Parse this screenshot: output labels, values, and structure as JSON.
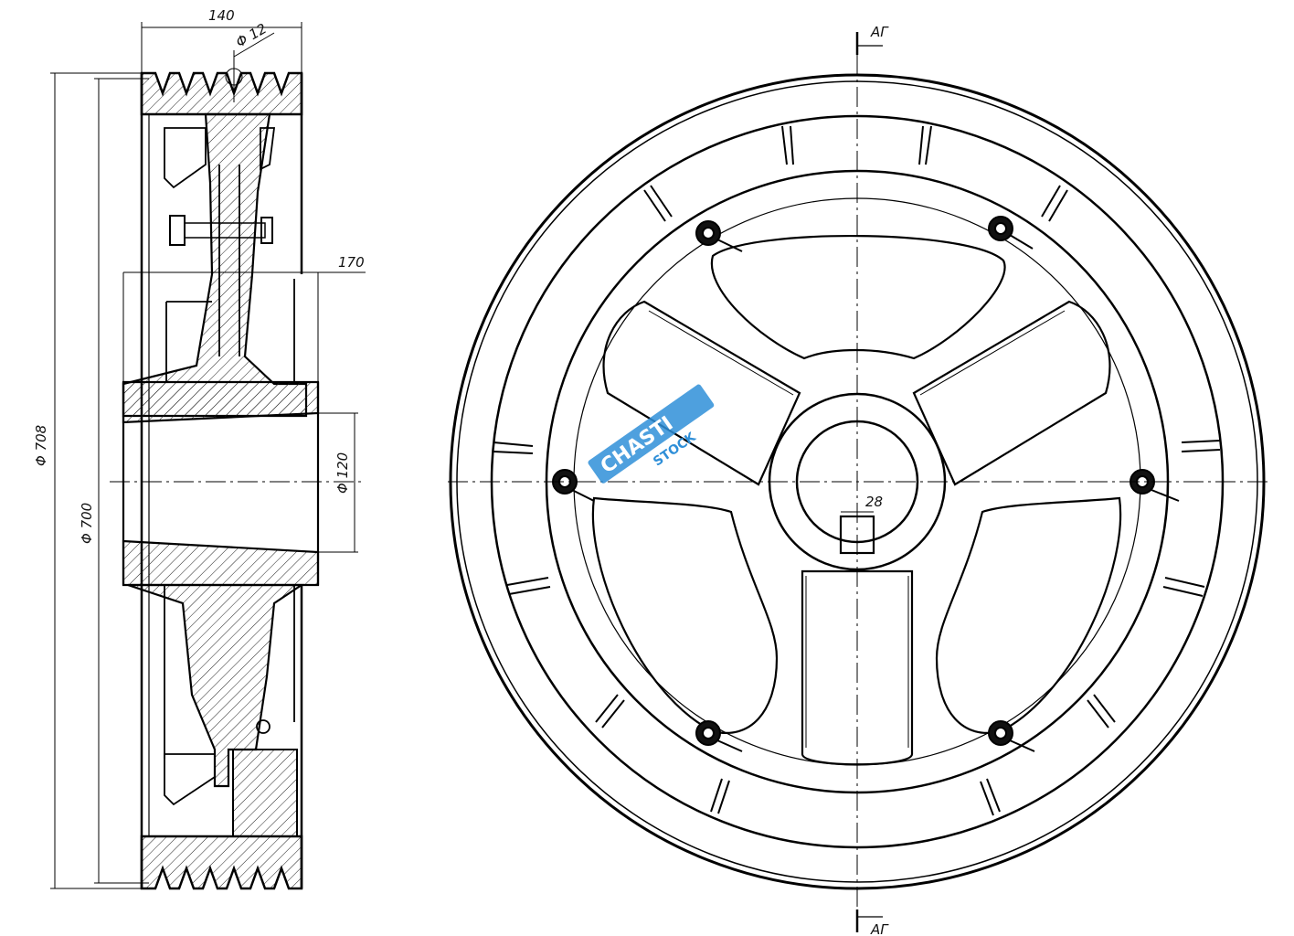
{
  "drawing": {
    "dimensions": {
      "width_140": "140",
      "bore_hole": "Φ 12",
      "width_170": "170",
      "dia_708": "Φ 708",
      "dia_700": "Φ 700",
      "dia_120": "Φ 120",
      "keyway_28": "28"
    },
    "section_marks": {
      "top": "АГ",
      "bottom": "АГ"
    },
    "watermark": {
      "brand": "CHASTI",
      "sub": "STOCK",
      "color": "#2f8fd8"
    }
  }
}
